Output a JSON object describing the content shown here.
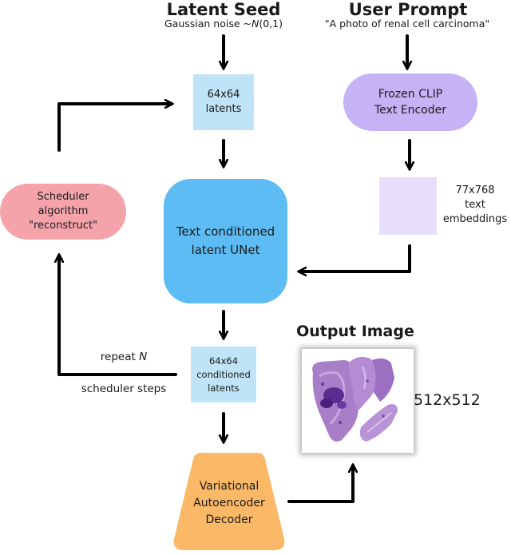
{
  "headings": {
    "latent_seed": "Latent Seed",
    "user_prompt": "User Prompt",
    "output_image": "Output Image"
  },
  "latent_seed_desc": {
    "prefix": "Gaussian noise ~",
    "symbol": "N",
    "suffix": "(0,1)"
  },
  "user_prompt_desc": "\"A photo of renal cell carcinoma\"",
  "nodes": {
    "latents": "64x64\nlatents",
    "clip_encoder": "Frozen CLIP\nText Encoder",
    "scheduler": "Scheduler\nalgorithm\n\"reconstruct\"",
    "unet": "Text conditioned\nlatent UNet",
    "embeddings_label": "77x768\ntext\nembeddings",
    "conditioned_latents": "64x64\nconditioned\nlatents",
    "vae_decoder": "Variational\nAutoencoder\nDecoder"
  },
  "repeat_label": {
    "line1_prefix": "repeat ",
    "line1_symbol": "N",
    "line2": "scheduler steps"
  },
  "output_size": "512x512",
  "colors": {
    "latent_box": "#bfe3f7",
    "clip": "#c6b3f5",
    "scheduler": "#f5a3ab",
    "unet": "#5dbcf3",
    "embeddings_box": "#e6defb",
    "vae": "#fbb866",
    "arrow": "#000000"
  }
}
